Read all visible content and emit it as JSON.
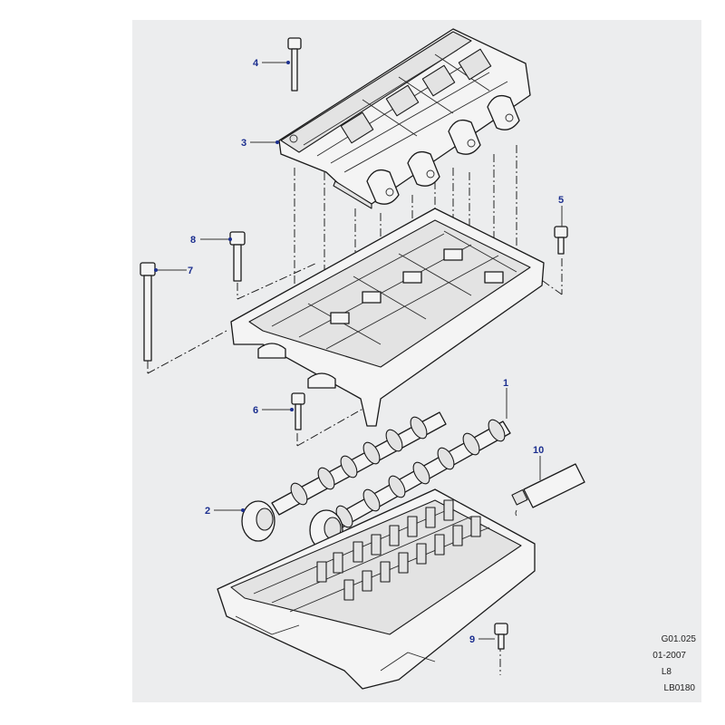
{
  "callouts": [
    "1",
    "2",
    "3",
    "4",
    "5",
    "6",
    "7",
    "8",
    "9",
    "10"
  ],
  "reference": {
    "diagram_code": "G01.025",
    "date": "01-2007",
    "model": "L8",
    "illustration_id": "LB0180"
  }
}
